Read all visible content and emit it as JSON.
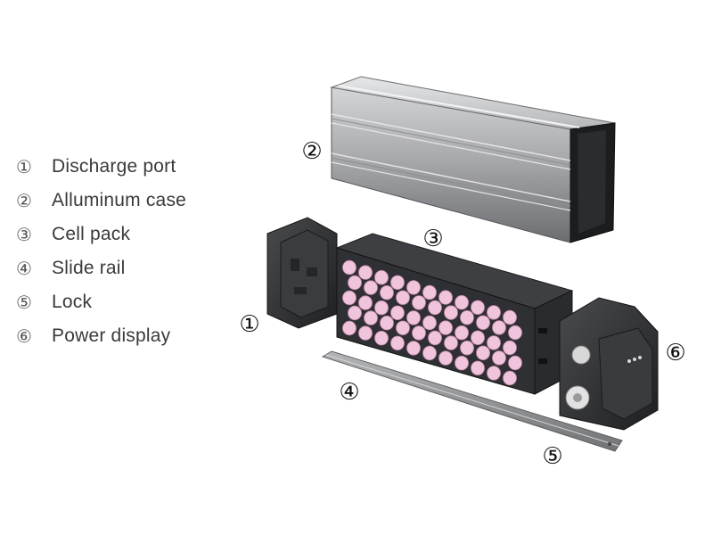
{
  "legend": {
    "items": [
      {
        "num": "①",
        "label": "Discharge port"
      },
      {
        "num": "②",
        "label": "Alluminum case"
      },
      {
        "num": "③",
        "label": "Cell pack"
      },
      {
        "num": "④",
        "label": "Slide rail"
      },
      {
        "num": "⑤",
        "label": "Lock"
      },
      {
        "num": "⑥",
        "label": "Power display"
      }
    ]
  },
  "callouts": {
    "discharge_port": "①",
    "aluminum_case": "②",
    "cell_pack": "③",
    "slide_rail": "④",
    "lock": "⑤",
    "power_display": "⑥"
  },
  "colors": {
    "case_light": "#bfc0c2",
    "case_dark": "#6f7073",
    "housing": "#2f3033",
    "cell_pink": "#f0c4dc",
    "rail": "#8b8c8f",
    "text": "#3a3a3a"
  }
}
